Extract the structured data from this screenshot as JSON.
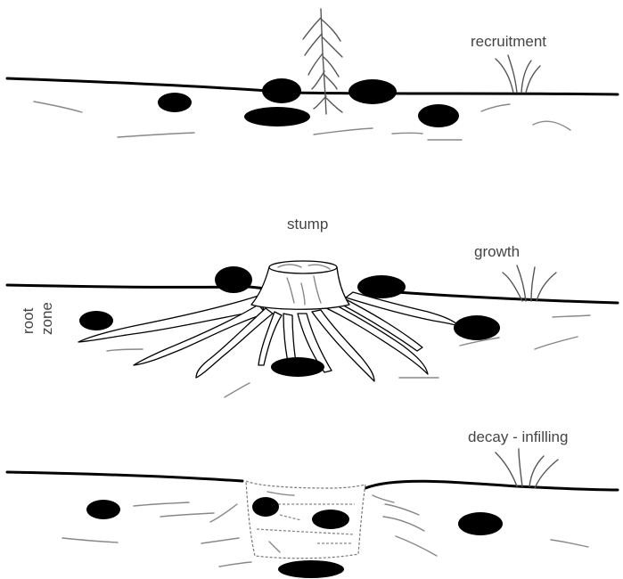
{
  "labels": {
    "recruitment": "recruitment",
    "stump": "stump",
    "growth": "growth",
    "root_zone_line1": "root",
    "root_zone_line2": "zone",
    "decay": "decay - infilling"
  }
}
